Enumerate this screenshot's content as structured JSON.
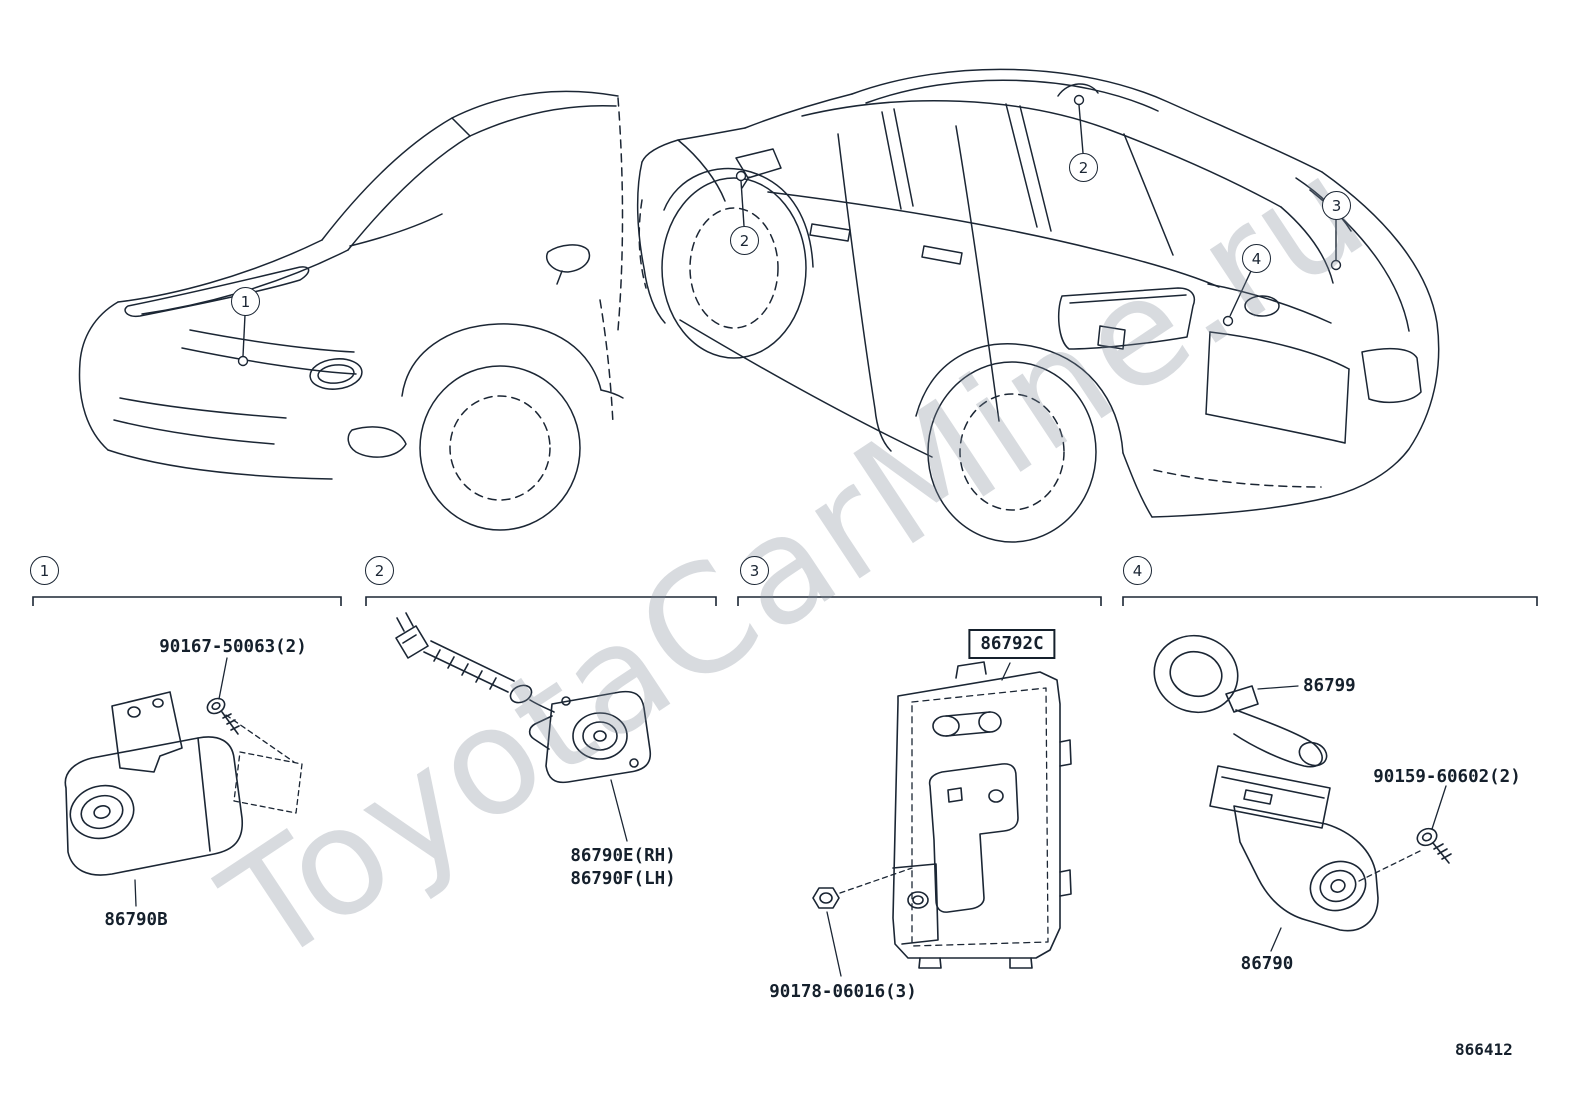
{
  "watermark": "ToyotaCarMine.ru",
  "figure_number": "866412",
  "callouts": {
    "c1": "1",
    "c2": "2",
    "c3": "3",
    "c4": "4"
  },
  "labels": {
    "front_camera_screw": "90167-50063(2)",
    "front_camera": "86790B",
    "side_camera_rh": "86790E(RH)",
    "side_camera_lh": "86790F(LH)",
    "camera_computer": "86792C",
    "computer_nut": "90178-06016(3)",
    "rear_camera_clamp": "86799",
    "rear_camera_screw": "90159-60602(2)",
    "rear_camera": "86790"
  },
  "line_color": "#1b2634"
}
